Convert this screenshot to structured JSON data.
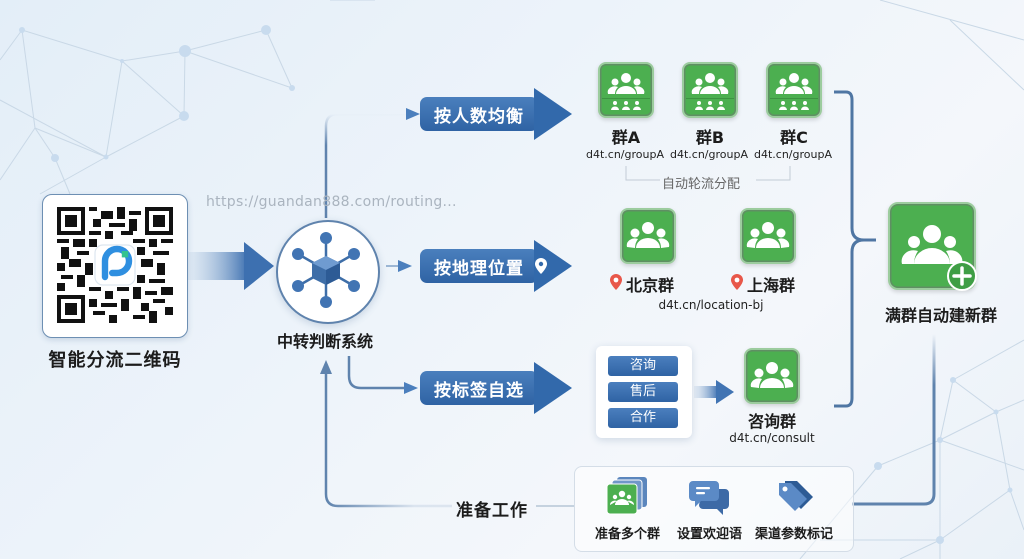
{
  "qr": {
    "label": "智能分流二维码",
    "icon": "qr-code-icon"
  },
  "url": "https://guandan888.com/routing...",
  "hub": {
    "label": "中转判断系统",
    "icon": "network-hub-icon"
  },
  "routes": [
    {
      "label": "按人数均衡"
    },
    {
      "label": "按地理位置",
      "icon": "map-pin-icon"
    },
    {
      "label": "按标签自选"
    }
  ],
  "balance": {
    "groups": [
      {
        "name": "群A",
        "link": "d4t.cn/groupA"
      },
      {
        "name": "群B",
        "link": "d4t.cn/groupA"
      },
      {
        "name": "群C",
        "link": "d4t.cn/groupA"
      }
    ],
    "note": "自动轮流分配"
  },
  "geo": {
    "groups": [
      {
        "name": "北京群"
      },
      {
        "name": "上海群"
      }
    ],
    "link": "d4t.cn/location-bj"
  },
  "tags": {
    "items": [
      "咨询",
      "售后",
      "合作"
    ],
    "group": {
      "name": "咨询群",
      "link": "d4t.cn/consult"
    }
  },
  "auto_new": {
    "label": "满群自动建新群"
  },
  "prep": {
    "label": "准备工作",
    "items": [
      {
        "label": "准备多个群",
        "icon": "stacked-groups-icon"
      },
      {
        "label": "设置欢迎语",
        "icon": "chat-bubbles-icon"
      },
      {
        "label": "渠道参数标记",
        "icon": "tag-icon"
      }
    ]
  },
  "colors": {
    "primary_blue": "#3269ab",
    "group_green": "#4caf50",
    "pin_red": "#e8574a",
    "line_blue": "#5f83ad"
  }
}
